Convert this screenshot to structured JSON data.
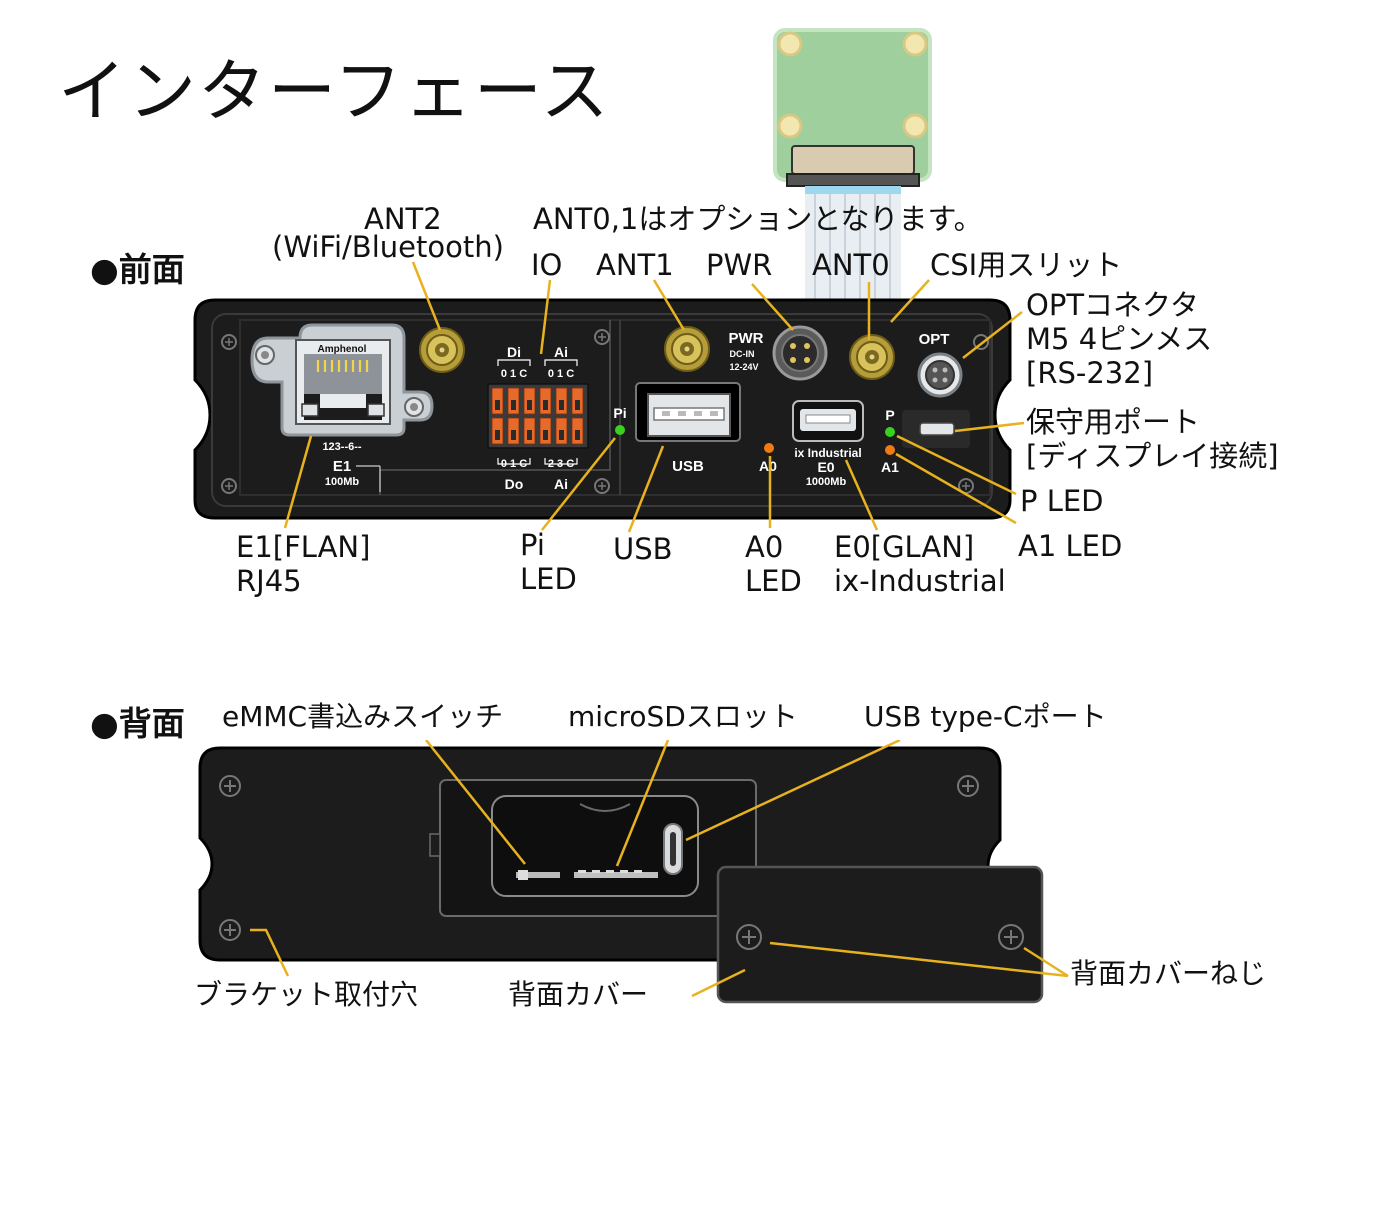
{
  "title": "インターフェース",
  "front": {
    "heading": "●前面",
    "callouts": {
      "ant2_line1": "ANT2",
      "ant2_line2": "(WiFi/Bluetooth)",
      "ant01_note": "ANT0,1はオプションとなります。",
      "io": "IO",
      "ant1": "ANT1",
      "pwr": "PWR",
      "ant0": "ANT0",
      "csi": "CSI用スリット",
      "opt_line1": "OPTコネクタ",
      "opt_line2": "M5 4ピンメス",
      "opt_line3": "[RS-232]",
      "maint_line1": "保守用ポート",
      "maint_line2": "[ディスプレイ接続]",
      "p_led": "P LED",
      "a1_led": "A1 LED",
      "e1_line1": "E1[FLAN]",
      "e1_line2": "RJ45",
      "pi_line1": "Pi",
      "pi_line2": "LED",
      "usb": "USB",
      "a0_line1": "A0",
      "a0_line2": "LED",
      "e0_line1": "E0[GLAN]",
      "e0_line2": "ix-Industrial"
    },
    "panel": {
      "amphenol": "Amphenol",
      "e1_pins": "123--6--",
      "e1": "E1",
      "e1_speed": "100Mb",
      "di": "Di",
      "ai_top": "Ai",
      "di_pins": "0 1 C",
      "ai_top_pins": "0 1 C",
      "do_pins": "0 1 C",
      "ai_bottom_pins": "2 3 C",
      "do": "Do",
      "ai_bottom": "Ai",
      "pi": "Pi",
      "usb": "USB",
      "pwr": "PWR",
      "dcin": "DC-IN",
      "volts": "12-24V",
      "ix": "ix Industrial",
      "e0": "E0",
      "e0_speed": "1000Mb",
      "a0": "A0",
      "opt": "OPT",
      "p": "P",
      "a1": "A1"
    }
  },
  "back": {
    "heading": "●背面",
    "callouts": {
      "emmc": "eMMC書込みスイッチ",
      "microsd": "microSDスロット",
      "usbc": "USB type-Cポート",
      "bracket": "ブラケット取付穴",
      "cover": "背面カバー",
      "screw": "背面カバーねじ"
    }
  },
  "colors": {
    "leader": "#e8b21e",
    "enclosure": "#1c1c1c",
    "led_green": "#39d11f",
    "led_orange": "#f07a14",
    "terminal": "#e86a2a",
    "pcb": "#9fcf9c"
  }
}
